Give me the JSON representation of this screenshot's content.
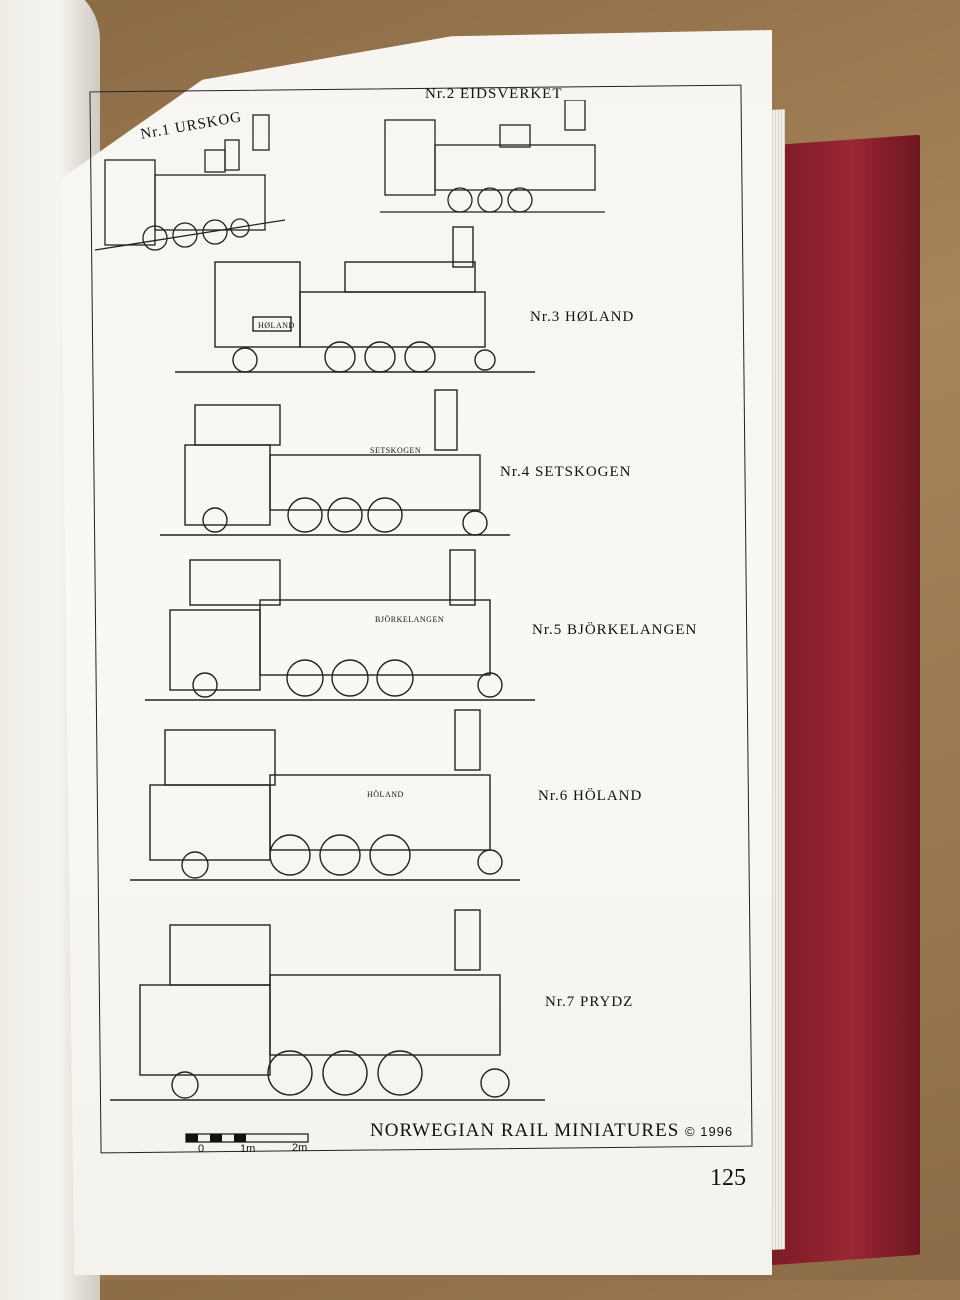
{
  "locomotives": [
    {
      "label": "Nr.1   URSKOG",
      "plate": ""
    },
    {
      "label": "Nr.2   EIDSVERKET",
      "plate": ""
    },
    {
      "label": "Nr.3   HØLAND",
      "plate": "HØLAND"
    },
    {
      "label": "Nr.4   SETSKOGEN",
      "plate": "SETSKOGEN"
    },
    {
      "label": "Nr.5   BJÖRKELANGEN",
      "plate": "BJÖRKELANGEN"
    },
    {
      "label": "Nr.6   HÖLAND",
      "plate": "HÖLAND"
    },
    {
      "label": "Nr.7   PRYDZ",
      "plate": ""
    }
  ],
  "scale": {
    "ticks": [
      "0",
      "1m",
      "2m"
    ]
  },
  "footer": {
    "credit": "NORWEGIAN RAIL MINIATURES",
    "copyright": "© 1996"
  },
  "page_number": "125",
  "colors": {
    "ink": "#111111",
    "paper": "#f7f6f2",
    "cover": "#8e2230"
  }
}
